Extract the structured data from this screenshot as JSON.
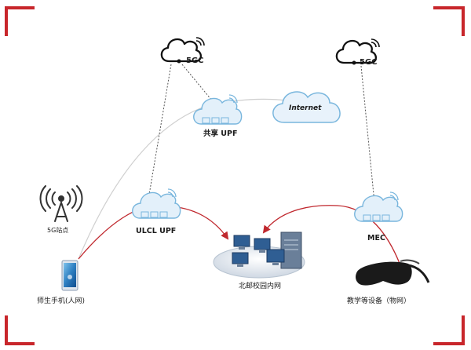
{
  "nodes": {
    "core_5gc_left": {
      "label": "5GC"
    },
    "core_5gc_right": {
      "label": "5GC"
    },
    "internet": {
      "label": "Internet"
    },
    "shared_upf": {
      "label": "共享 UPF"
    },
    "ulcl_upf": {
      "label": "ULCL UPF"
    },
    "mec": {
      "label": "MEC"
    },
    "base_station": {
      "label": "5G站点"
    },
    "phone": {
      "label": "师生手机(人网)"
    },
    "campus_lan": {
      "label": "北邮校园内网"
    },
    "vr_headset": {
      "label": "教学等设备（物网）"
    }
  },
  "colors": {
    "corner_mark": "#c8262b",
    "cloud_fill": "#e3f0fa",
    "cloud_stroke": "#79b6dd",
    "flow_arrow": "#c0282e",
    "dotted_link": "#555555",
    "grey_link": "#c9c9c9",
    "dark_cloud": "#111111"
  },
  "icons": [
    "base-station-icon",
    "phone-icon",
    "vr-headset-icon",
    "server-rack-icon",
    "computer-icon",
    "cloud-icon",
    "wifi-icon"
  ]
}
